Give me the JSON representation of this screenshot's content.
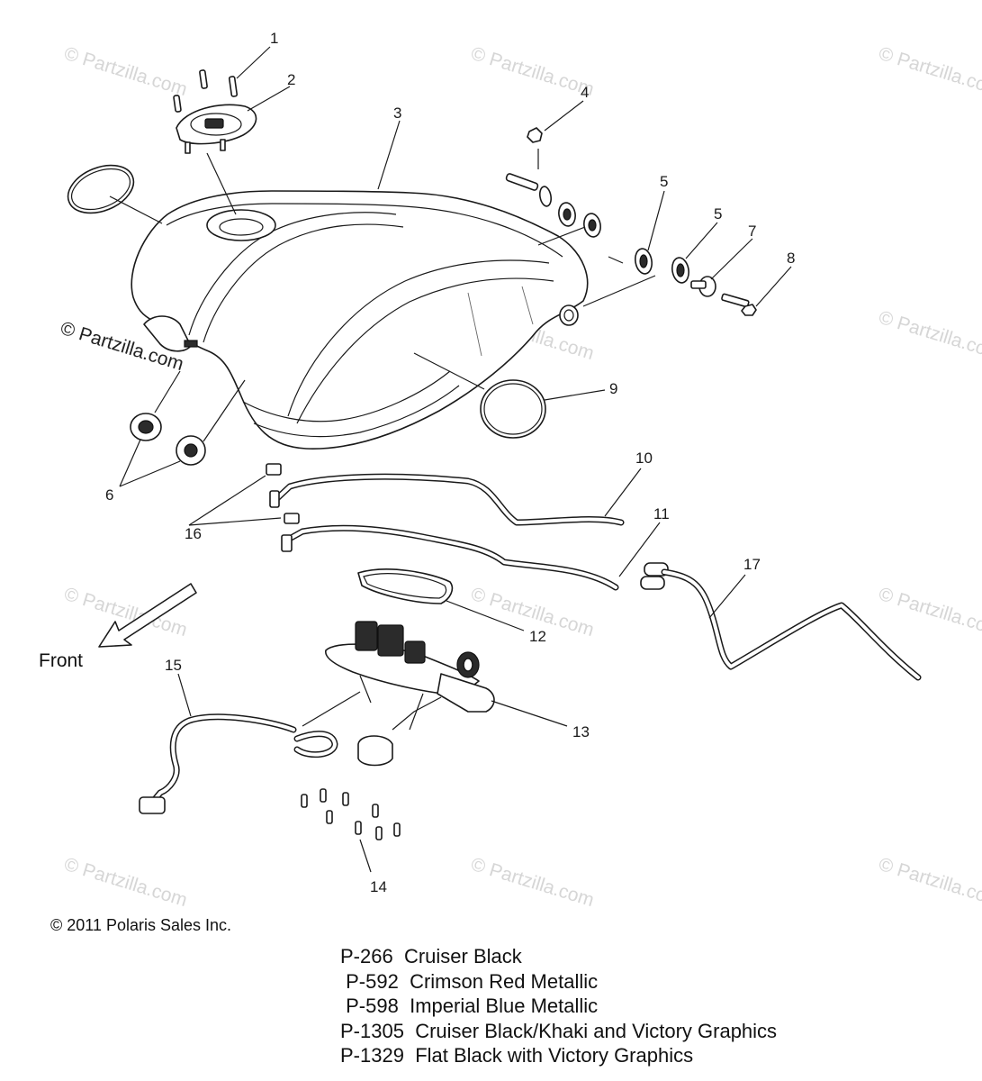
{
  "watermark": {
    "text": "© Partzilla.com"
  },
  "callouts": [
    "1",
    "2",
    "3",
    "4",
    "5",
    "5",
    "6",
    "7",
    "8",
    "9",
    "10",
    "11",
    "12",
    "13",
    "14",
    "15",
    "16",
    "17"
  ],
  "front_label": "Front",
  "copyright": "© 2011 Polaris Sales Inc.",
  "paint_codes": [
    {
      "code": "P-266",
      "description": "Cruiser Black"
    },
    {
      "code": "P-592",
      "description": "Crimson Red Metallic"
    },
    {
      "code": "P-598",
      "description": "Imperial Blue Metallic"
    },
    {
      "code": "P-1305",
      "description": "Cruiser Black/Khaki and Victory Graphics"
    },
    {
      "code": "P-1329",
      "description": "Flat Black with Victory Graphics"
    }
  ]
}
